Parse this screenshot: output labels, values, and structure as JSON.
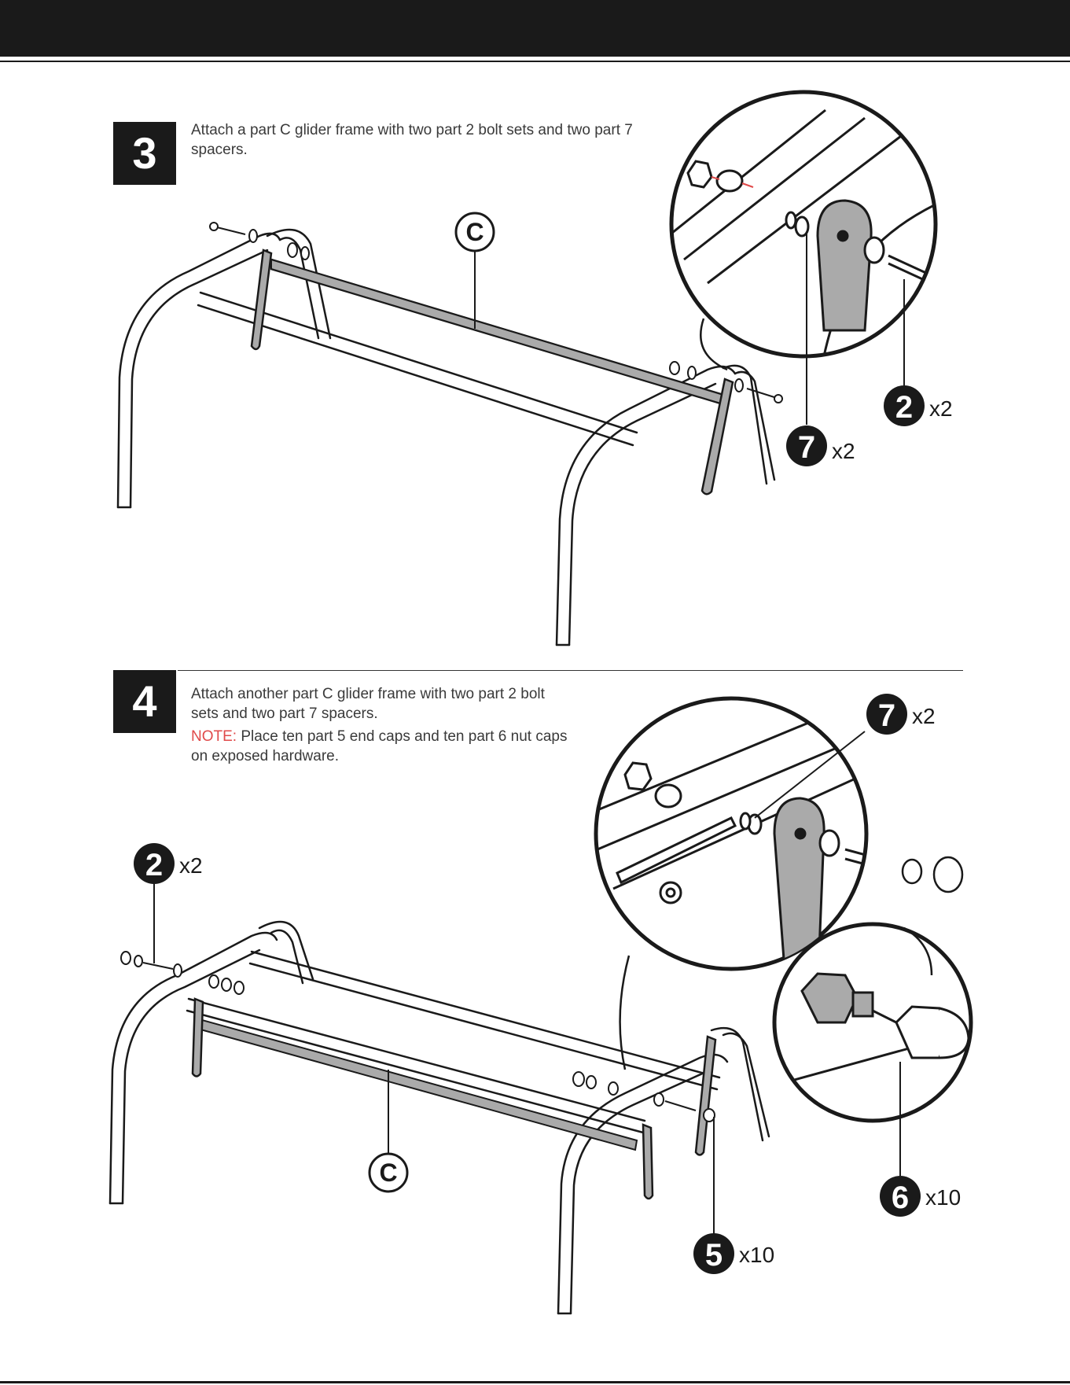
{
  "steps": [
    {
      "number": "3",
      "text": "Attach a part C glider frame with two part 2 bolt sets and two part 7 spacers.",
      "part_letter": "C",
      "callouts": [
        {
          "part": "2",
          "qty": "x2"
        },
        {
          "part": "7",
          "qty": "x2"
        }
      ]
    },
    {
      "number": "4",
      "text": "Attach another part C glider frame with two part 2 bolt sets and two part 7 spacers.",
      "note_label": "NOTE:",
      "note_text": "Place ten part 5 end caps and ten part 6 nut caps on exposed hardware.",
      "part_letter": "C",
      "callouts": [
        {
          "part": "7",
          "qty": "x2"
        },
        {
          "part": "2",
          "qty": "x2"
        },
        {
          "part": "6",
          "qty": "x10"
        },
        {
          "part": "5",
          "qty": "x10"
        }
      ]
    }
  ],
  "colors": {
    "ink": "#1a1a1a",
    "note": "#e04a4a",
    "frame_fill": "#aaaaaa",
    "text": "#3a3a3a"
  }
}
